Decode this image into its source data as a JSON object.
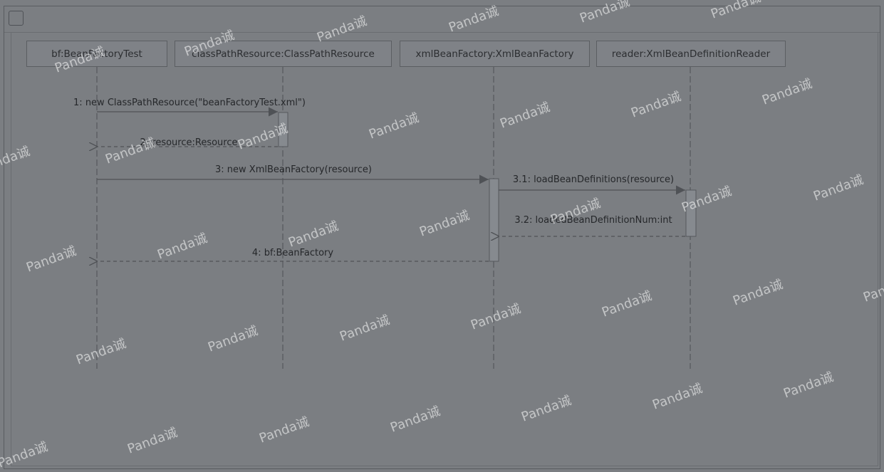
{
  "participants": [
    {
      "id": "bf",
      "label": "bf:BeanFactoryTest"
    },
    {
      "id": "cpr",
      "label": "classPathResource:ClassPathResource"
    },
    {
      "id": "xbf",
      "label": "xmlBeanFactory:XmlBeanFactory"
    },
    {
      "id": "reader",
      "label": "reader:XmlBeanDefinitionReader"
    }
  ],
  "messages": [
    {
      "text": "1: new ClassPathResource(\"beanFactoryTest.xml\")",
      "from": "bf",
      "to": "cpr",
      "kind": "call"
    },
    {
      "text": "2: resource:Resource",
      "from": "cpr",
      "to": "bf",
      "kind": "return"
    },
    {
      "text": "3: new XmlBeanFactory(resource)",
      "from": "bf",
      "to": "xbf",
      "kind": "call"
    },
    {
      "text": "3.1: loadBeanDefinitions(resource)",
      "from": "xbf",
      "to": "reader",
      "kind": "call"
    },
    {
      "text": "3.2: loadedBeanDefinitionNum:int",
      "from": "reader",
      "to": "xbf",
      "kind": "return"
    },
    {
      "text": "4: bf:BeanFactory",
      "from": "xbf",
      "to": "bf",
      "kind": "return"
    }
  ],
  "watermark": "Panda诚",
  "colors": {
    "background": "#7b7e82",
    "line": "#4f5256",
    "text": "#25272a"
  }
}
